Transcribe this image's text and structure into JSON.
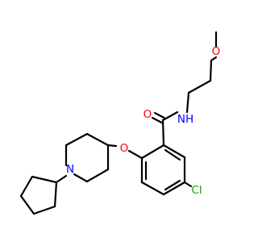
{
  "molecule": {
    "atoms": [
      {
        "id": "O_carbonyl",
        "label": "O",
        "color": "#ff0000"
      },
      {
        "id": "N_amide",
        "label": "NH",
        "color": "#0000ff"
      },
      {
        "id": "O_methoxy",
        "label": "O",
        "color": "#ff0000"
      },
      {
        "id": "O_ether",
        "label": "O",
        "color": "#ff0000"
      },
      {
        "id": "N_piperidine",
        "label": "N",
        "color": "#0000ff"
      },
      {
        "id": "Cl",
        "label": "Cl",
        "color": "#00aa00"
      }
    ],
    "bond_color": "#000000"
  }
}
